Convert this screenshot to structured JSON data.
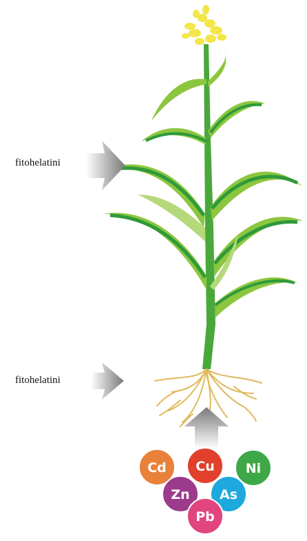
{
  "labels": {
    "leaf_label": "fitohelatini",
    "root_label": "fitohelatini"
  },
  "metals": [
    {
      "symbol": "Cd",
      "color": "#e8823a"
    },
    {
      "symbol": "Cu",
      "color": "#e0402c"
    },
    {
      "symbol": "Ni",
      "color": "#3ea848"
    },
    {
      "symbol": "Zn",
      "color": "#9c3b8c"
    },
    {
      "symbol": "As",
      "color": "#1da9dd"
    },
    {
      "symbol": "Pb",
      "color": "#e0457e"
    }
  ],
  "colors": {
    "leaf_light": "#8cc63f",
    "leaf_pale": "#b5d97a",
    "leaf_dark": "#2e9a3a",
    "stem": "#49a83a",
    "flower": "#f2e64a",
    "root": "#e0b85a",
    "arrow": "#8a8a8a"
  },
  "icons": [
    "arrow-right-icon",
    "arrow-up-icon"
  ]
}
